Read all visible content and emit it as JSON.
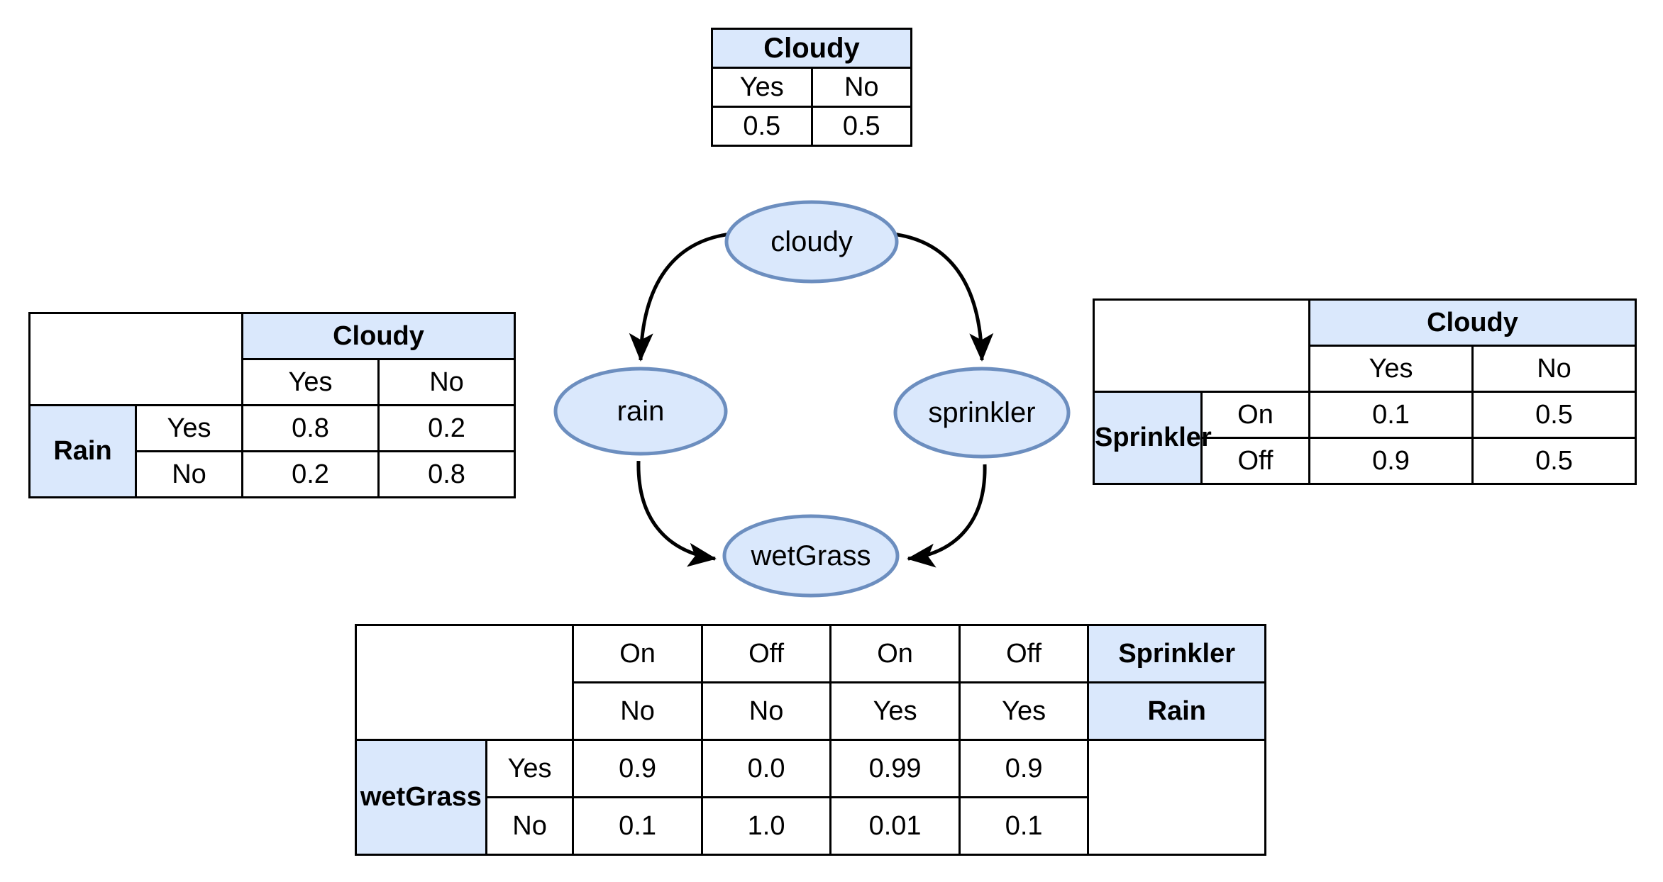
{
  "diagram": {
    "type": "bayesian-network",
    "nodes": [
      {
        "id": "cloudy",
        "label": "cloudy"
      },
      {
        "id": "rain",
        "label": "rain"
      },
      {
        "id": "sprinkler",
        "label": "sprinkler"
      },
      {
        "id": "wetGrass",
        "label": "wetGrass"
      }
    ],
    "edges": [
      {
        "from": "cloudy",
        "to": "rain"
      },
      {
        "from": "cloudy",
        "to": "sprinkler"
      },
      {
        "from": "rain",
        "to": "wetGrass"
      },
      {
        "from": "sprinkler",
        "to": "wetGrass"
      }
    ],
    "colors": {
      "node_fill": "#dae8fc",
      "node_stroke": "#6c8ebf",
      "header_fill": "#dae8fc",
      "table_border": "#000000",
      "edge": "#000000"
    }
  },
  "tables": {
    "cloudy": {
      "title": "Cloudy",
      "states": [
        "Yes",
        "No"
      ],
      "values": [
        "0.5",
        "0.5"
      ]
    },
    "rain": {
      "parent_title": "Cloudy",
      "parent_states": [
        "Yes",
        "No"
      ],
      "row_title": "Rain",
      "row_states": [
        "Yes",
        "No"
      ],
      "values": [
        [
          "0.8",
          "0.2"
        ],
        [
          "0.2",
          "0.8"
        ]
      ]
    },
    "sprinkler": {
      "parent_title": "Cloudy",
      "parent_states": [
        "Yes",
        "No"
      ],
      "row_title": "Sprinkler",
      "row_states": [
        "On",
        "Off"
      ],
      "values": [
        [
          "0.1",
          "0.5"
        ],
        [
          "0.9",
          "0.5"
        ]
      ]
    },
    "wetgrass": {
      "row_title": "wetGrass",
      "row_states": [
        "Yes",
        "No"
      ],
      "parent_labels": [
        "Sprinkler",
        "Rain"
      ],
      "parent_row_sprinkler": [
        "On",
        "Off",
        "On",
        "Off"
      ],
      "parent_row_rain": [
        "No",
        "No",
        "Yes",
        "Yes"
      ],
      "values": [
        [
          "0.9",
          "0.0",
          "0.99",
          "0.9"
        ],
        [
          "0.1",
          "1.0",
          "0.01",
          "0.1"
        ]
      ]
    }
  }
}
